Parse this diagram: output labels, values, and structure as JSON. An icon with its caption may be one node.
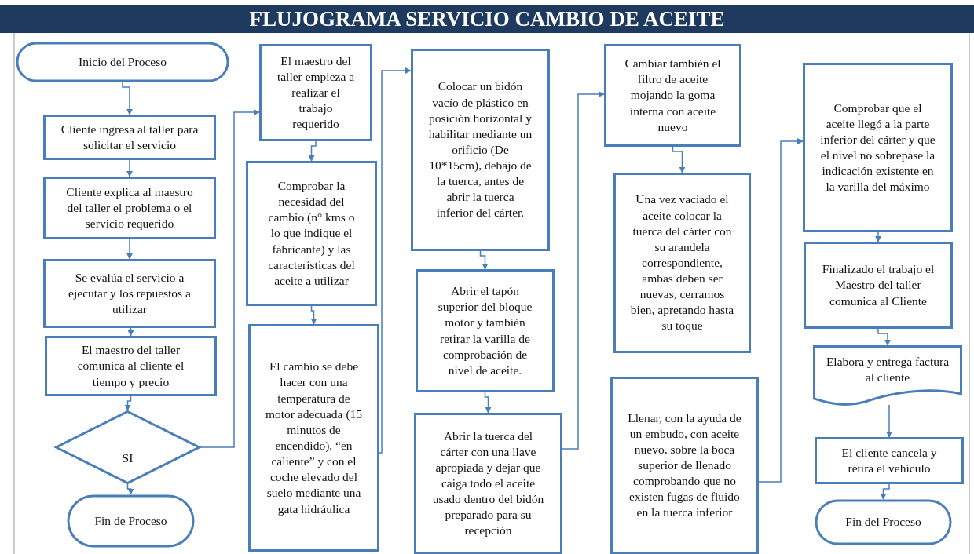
{
  "diagram": {
    "title": "FLUJOGRAMA SERVICIO CAMBIO DE ACEITE",
    "nodes": [
      {
        "text": [
          "Inicio del Proceso"
        ]
      },
      {
        "text": [
          "Cliente ingresa al taller para solicitar el servicio"
        ]
      },
      {
        "text": [
          "Cliente explica al maestro del taller el problema o el servicio requerido"
        ]
      },
      {
        "text": [
          "Se evalúa el servicio a ejecutar y los repuestos a utilizar"
        ]
      },
      {
        "text": [
          "El maestro del taller comunica al cliente el tiempo y precio"
        ]
      },
      {
        "text": [
          "SI"
        ]
      },
      {
        "text": [
          "Fin de Proceso"
        ]
      },
      {
        "text": [
          "El maestro del taller empieza a realizar el trabajo requerido"
        ]
      },
      {
        "text": [
          "Comprobar la necesidad del cambio (n° kms o lo que indique el fabricante) y las características del aceite a utilizar"
        ]
      },
      {
        "text": [
          "El cambio se debe hacer con una temperatura de motor adecuada (15 minutos de encendido), “en caliente” y con el coche elevado del suelo mediante una gata hidráulica"
        ]
      },
      {
        "text": [
          "Colocar un bidón vacío de plástico en posición horizontal y habilitar mediante un orificio (De 10*15cm), debajo de la tuerca, antes de abrir la tuerca inferior del cárter."
        ]
      },
      {
        "text": [
          "Abrir el tapón superior del bloque motor y también retirar la varilla de comprobación de nivel de aceite."
        ]
      },
      {
        "text": [
          "Abrir la tuerca del cárter con una llave apropiada y dejar que caiga todo el aceite usado dentro del bidón preparado para su recepción"
        ]
      },
      {
        "text": [
          "Cambiar también el filtro de aceite mojando la goma interna con aceite nuevo"
        ]
      },
      {
        "text": [
          "Una vez vaciado el aceite colocar la tuerca del cárter con su arandela correspondiente, ambas deben ser nuevas, cerramos bien, apretando hasta su toque"
        ]
      },
      {
        "text": [
          "Llenar, con la ayuda de un embudo, con aceite nuevo, sobre la boca superior de llenado comprobando que no existen fugas de fluido en la tuerca inferior"
        ]
      },
      {
        "text": [
          "Comprobar que el aceite llegó a la parte inferior del cárter y que el nivel no sobrepase la indicación existente en la varilla del máximo"
        ]
      },
      {
        "text": [
          "Finalizado el trabajo el Maestro del taller comunica al Cliente"
        ]
      },
      {
        "text": [
          "Elabora y entrega factura al cliente"
        ]
      },
      {
        "text": [
          "El cliente cancela y retira el vehículo"
        ]
      },
      {
        "text": [
          "Fin del Proceso"
        ]
      }
    ],
    "edges": [
      {
        "from": 0,
        "to": 1,
        "arrow": "to"
      },
      {
        "from": 1,
        "to": 2,
        "arrow": "to"
      },
      {
        "from": 2,
        "to": 3,
        "arrow": "to"
      },
      {
        "from": 3,
        "to": 4,
        "arrow": "to"
      },
      {
        "from": 4,
        "to": 5,
        "arrow": "to"
      },
      {
        "from": 5,
        "to": 6,
        "arrow": "to"
      },
      {
        "from": 5,
        "to": 7,
        "arrow": "to"
      },
      {
        "from": 7,
        "to": 8,
        "arrow": "to"
      },
      {
        "from": 8,
        "to": 9,
        "arrow": "to"
      },
      {
        "from": 9,
        "to": 10,
        "arrow": "to"
      },
      {
        "from": 10,
        "to": 11,
        "arrow": "to"
      },
      {
        "from": 11,
        "to": 12,
        "arrow": "to"
      },
      {
        "from": 12,
        "to": 13,
        "arrow": "to"
      },
      {
        "from": 13,
        "to": 14,
        "arrow": "to"
      },
      {
        "from": 15,
        "to": 16,
        "arrow": "to"
      },
      {
        "from": 16,
        "to": 17,
        "arrow": "to"
      },
      {
        "from": 17,
        "to": 18,
        "arrow": "to"
      },
      {
        "from": 18,
        "to": 19,
        "arrow": "to"
      },
      {
        "from": 19,
        "to": 20,
        "arrow": "to"
      }
    ]
  }
}
